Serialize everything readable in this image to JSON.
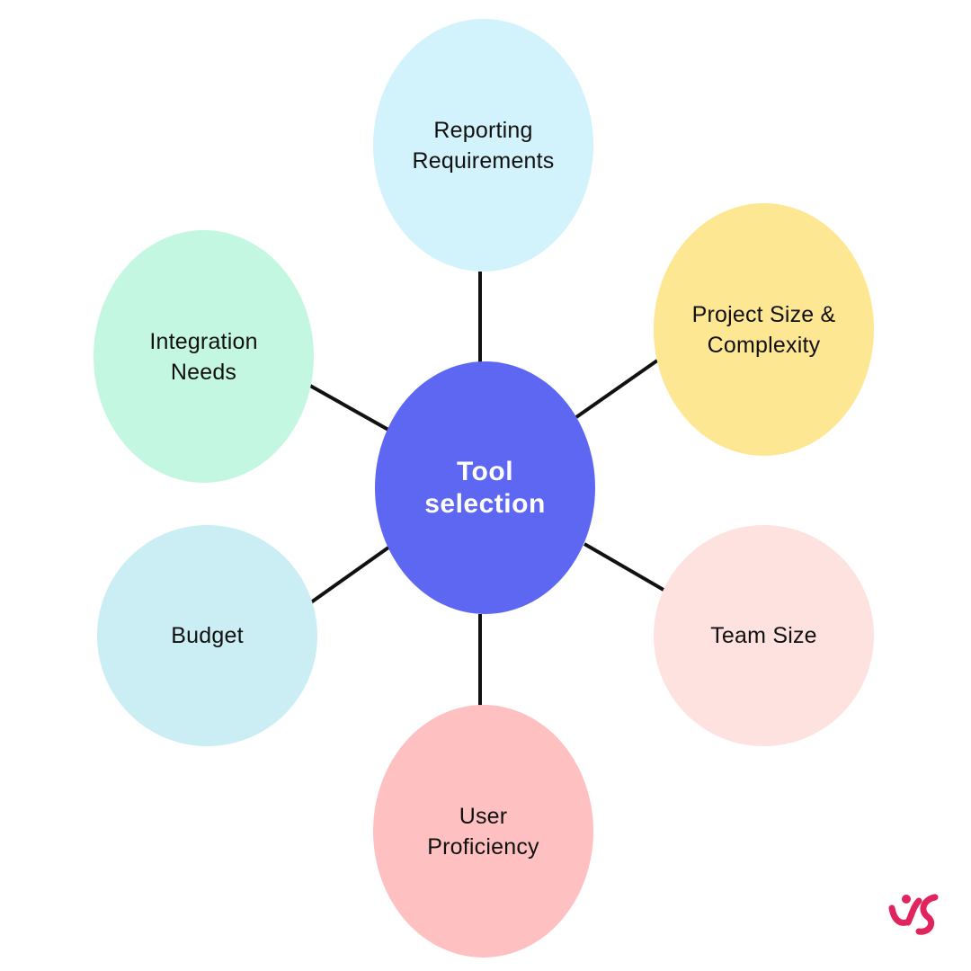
{
  "diagram": {
    "center": {
      "label": "Tool\nselection",
      "color": "#5E67F2"
    },
    "nodes": [
      {
        "id": "reporting",
        "label": "Reporting\nRequirements",
        "color": "#D2F2FC"
      },
      {
        "id": "project",
        "label": "Project Size &\nComplexity",
        "color": "#FEE792"
      },
      {
        "id": "team",
        "label": "Team Size",
        "color": "#FEE2E0"
      },
      {
        "id": "user",
        "label": "User\nProficiency",
        "color": "#FFC0C1"
      },
      {
        "id": "budget",
        "label": "Budget",
        "color": "#CAEEF3"
      },
      {
        "id": "integration",
        "label": "Integration\nNeeds",
        "color": "#C4F7E2"
      }
    ],
    "connector_color": "#111111"
  },
  "logo": {
    "icon": "brand-logo-icon",
    "color": "#E0245E"
  }
}
